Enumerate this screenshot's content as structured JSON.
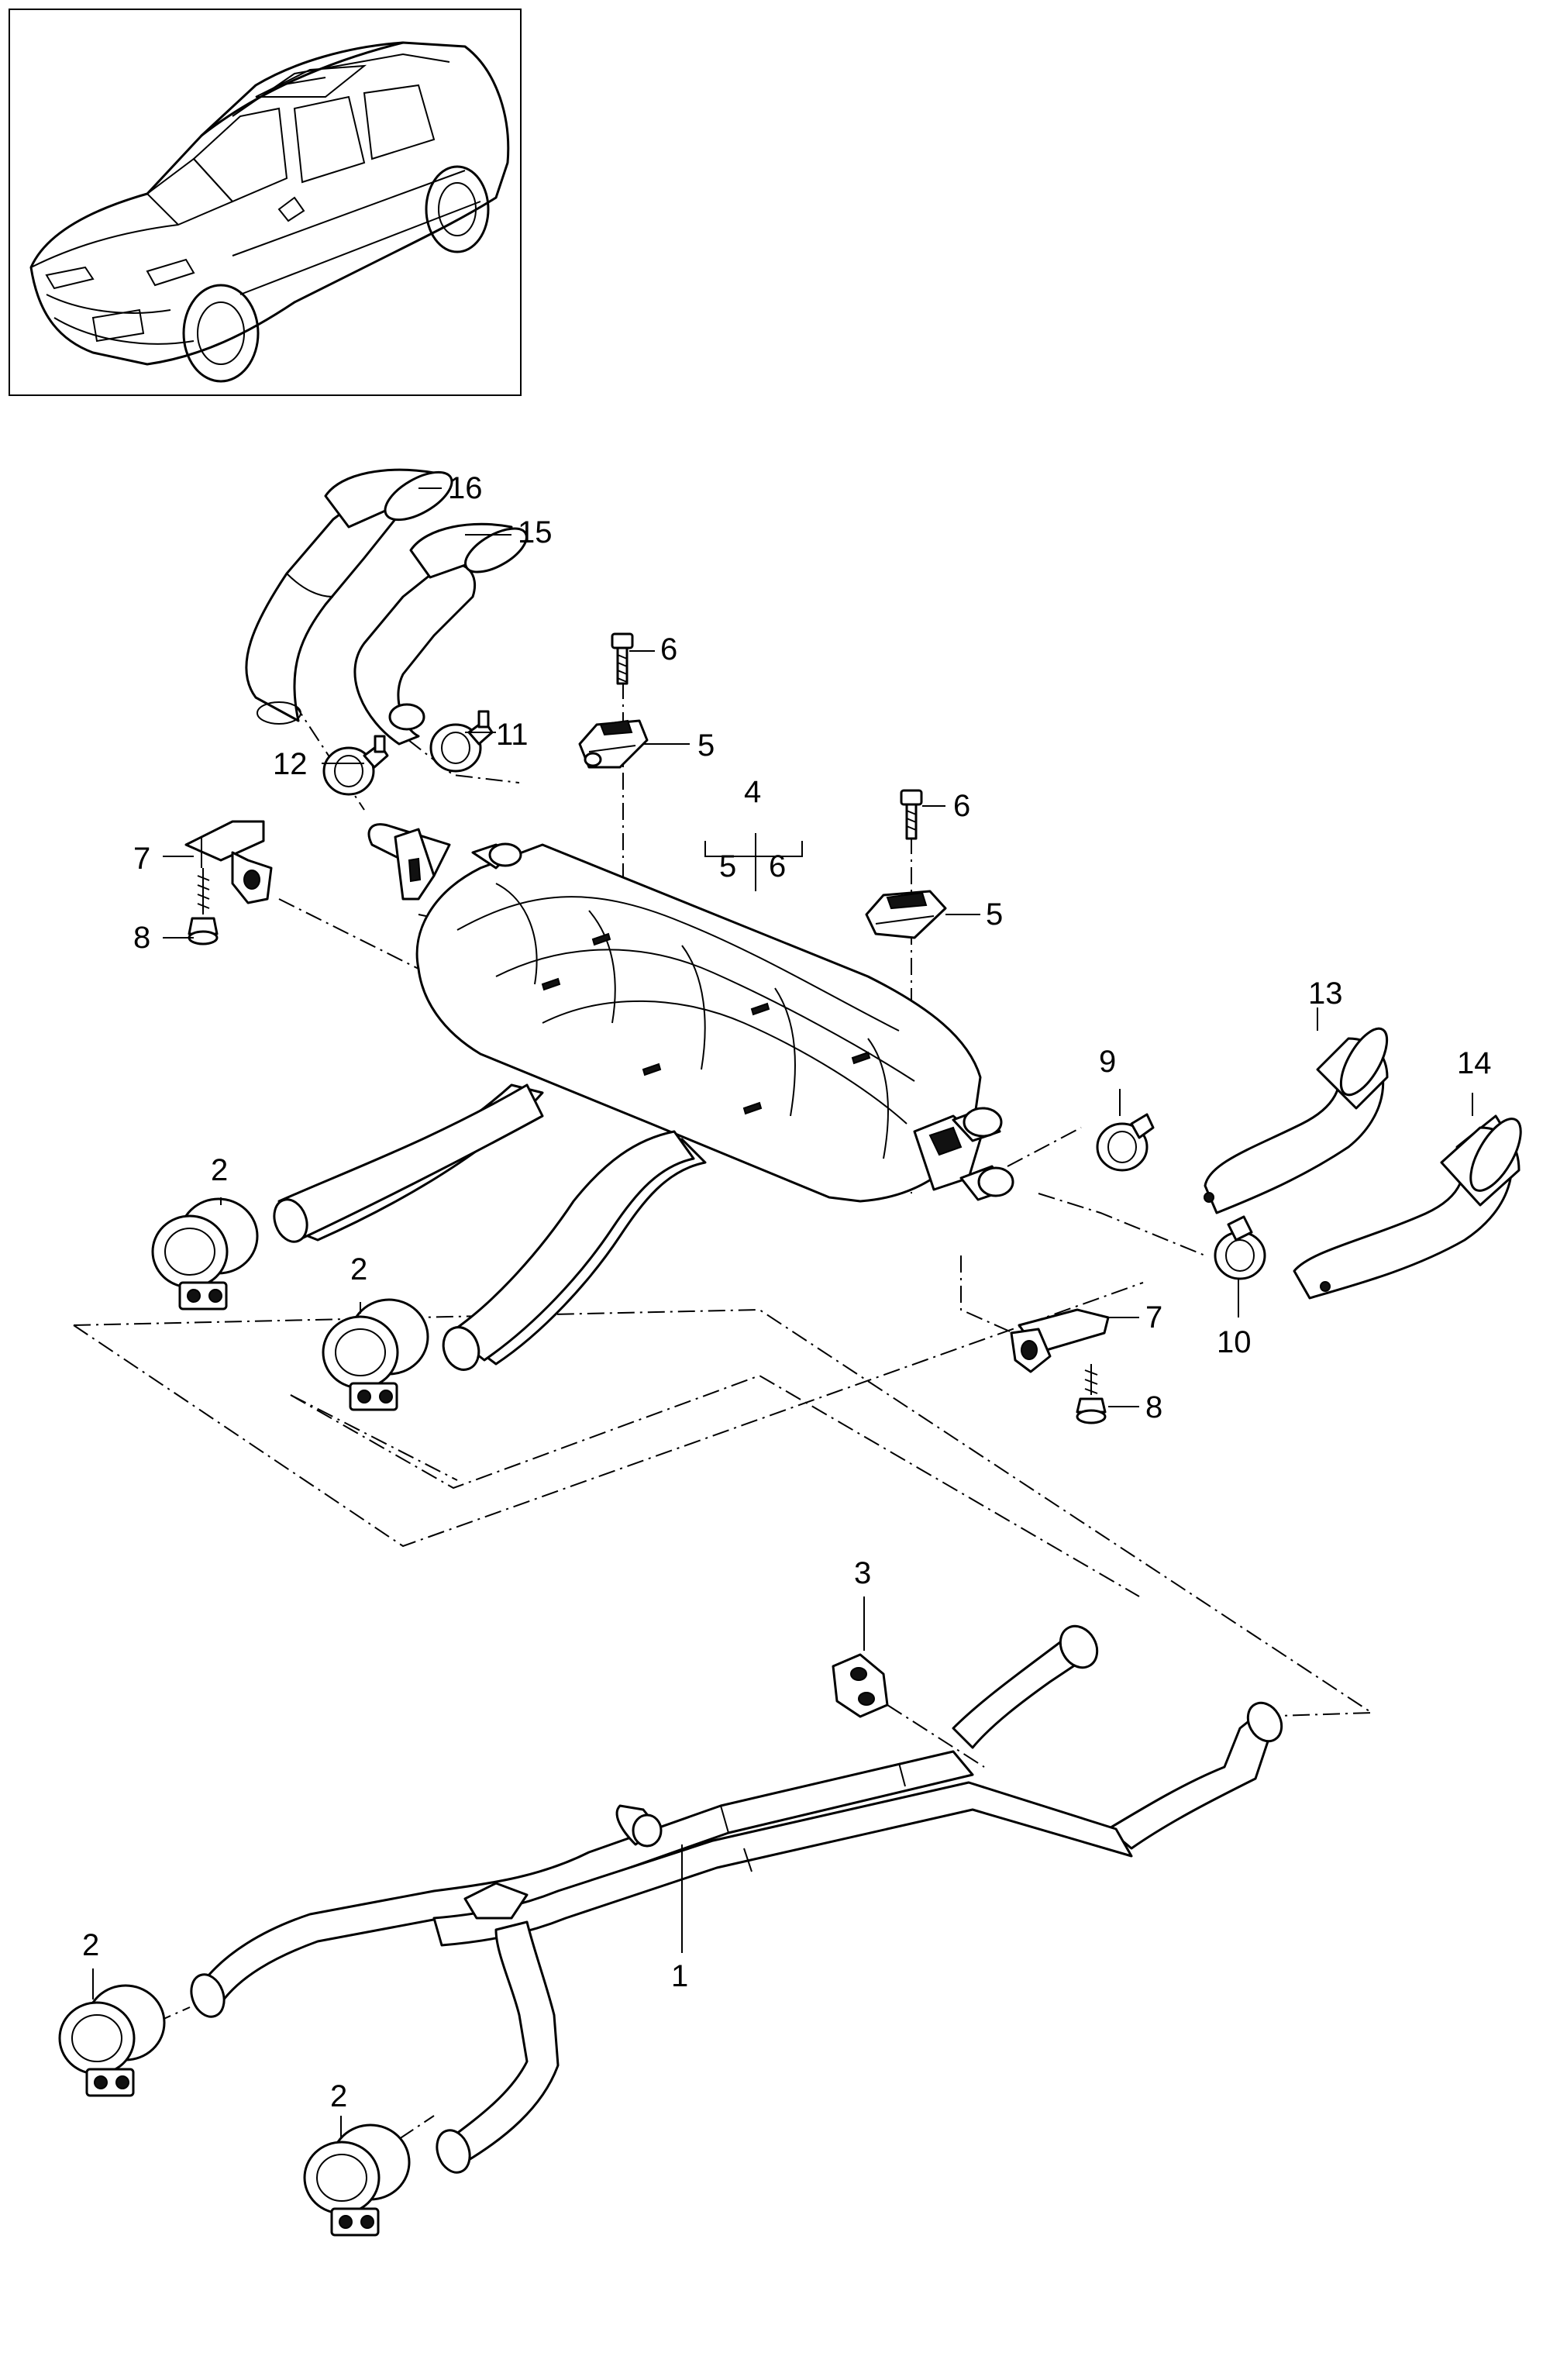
{
  "figure": {
    "inset": {
      "subject": "SUV vehicle overview (exhaust system location)"
    },
    "callouts": {
      "c1": "1",
      "c2a": "2",
      "c2b": "2",
      "c2c": "2",
      "c2d": "2",
      "c3": "3",
      "c4": "4",
      "c4sub5": "5",
      "c4sub6": "6",
      "c5a": "5",
      "c5b": "5",
      "c6a": "6",
      "c6b": "6",
      "c7a": "7",
      "c7b": "7",
      "c8a": "8",
      "c8b": "8",
      "c9": "9",
      "c10": "10",
      "c11": "11",
      "c12": "12",
      "c13": "13",
      "c14": "14",
      "c15": "15",
      "c16": "16"
    }
  }
}
